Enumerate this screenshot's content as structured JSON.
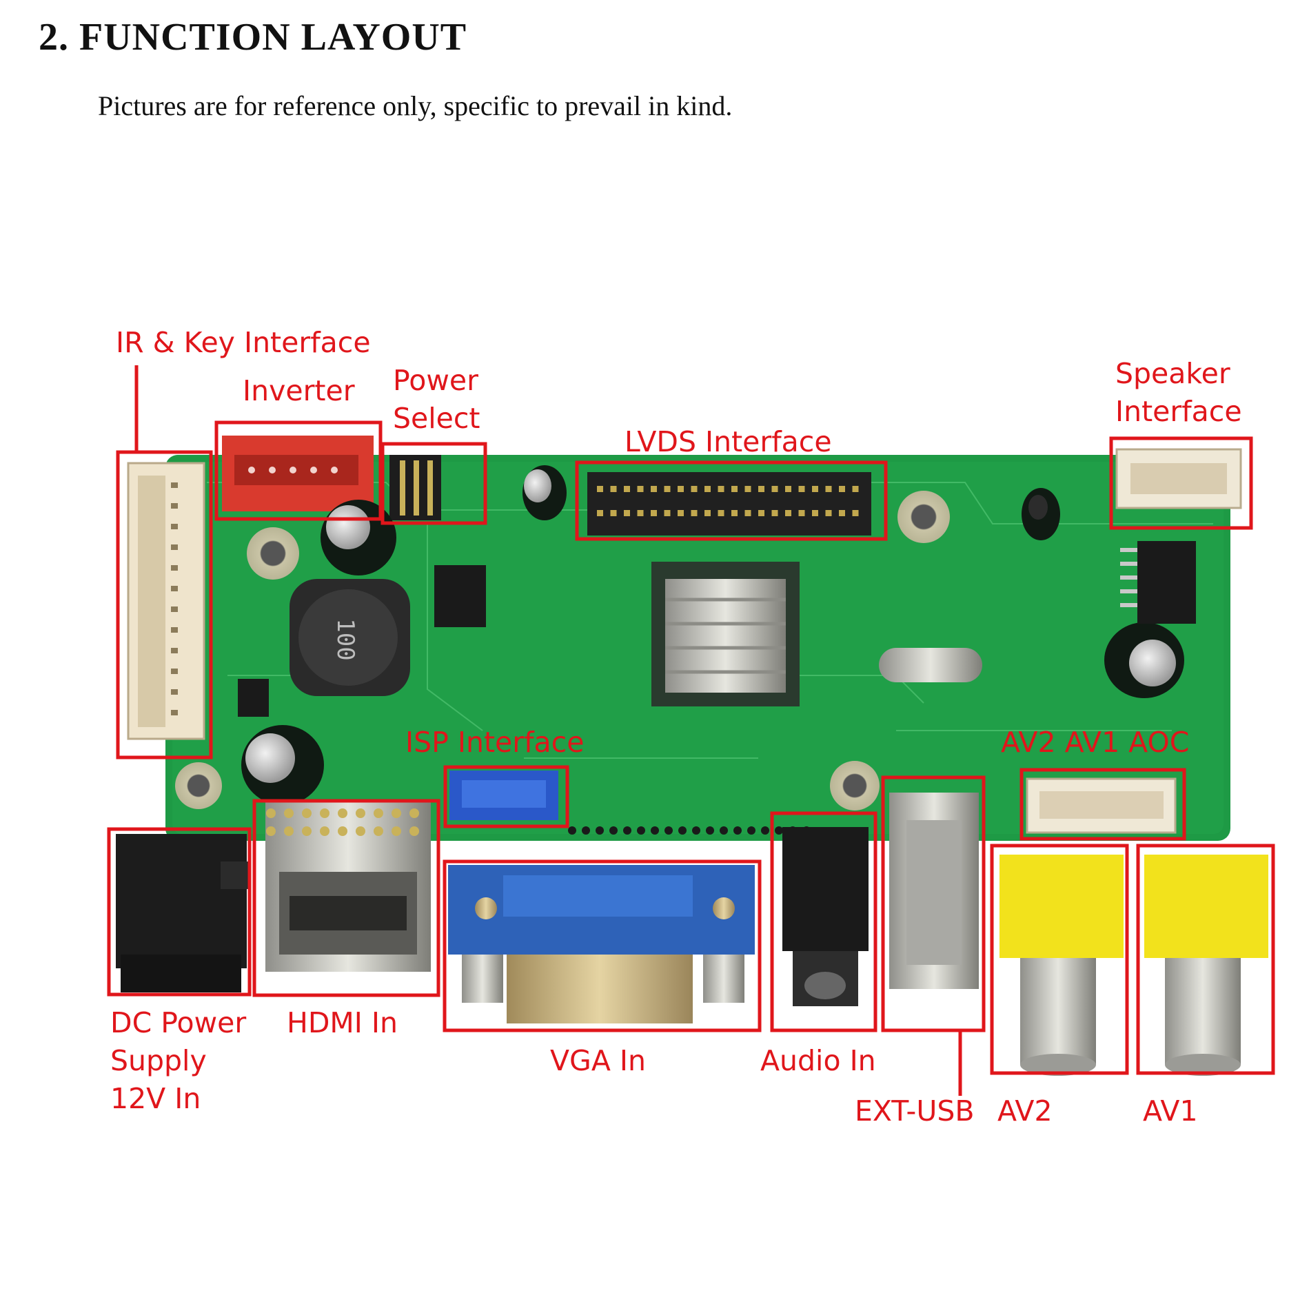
{
  "document": {
    "heading": "2.  FUNCTION LAYOUT",
    "note": "Pictures are for reference only, specific to prevail in kind."
  },
  "callouts": {
    "ir_key": "IR & Key Interface",
    "inverter": "Inverter",
    "power_select_1": "Power",
    "power_select_2": "Select",
    "lvds": "LVDS Interface",
    "speaker_1": "Speaker",
    "speaker_2": "Interface",
    "isp": "ISP Interface",
    "av_header": "AV2  AV1  AOC",
    "dc_power_1": "DC Power",
    "dc_power_2": "Supply",
    "dc_power_3": "12V In",
    "hdmi": "HDMI In",
    "vga": "VGA In",
    "audio": "Audio In",
    "ext_usb": "EXT-USB",
    "av2": "AV2",
    "av1": "AV1"
  },
  "board_markings": {
    "inductor": "100"
  },
  "colors": {
    "callout_red": "#e0161b",
    "pcb_green": "#1e9a45",
    "pcb_dark_green": "#0f7a33",
    "vga_blue": "#2e62b8",
    "rca_yellow": "#f2e21c",
    "header_red": "#d93a2e",
    "isp_blue": "#2a58c9"
  }
}
